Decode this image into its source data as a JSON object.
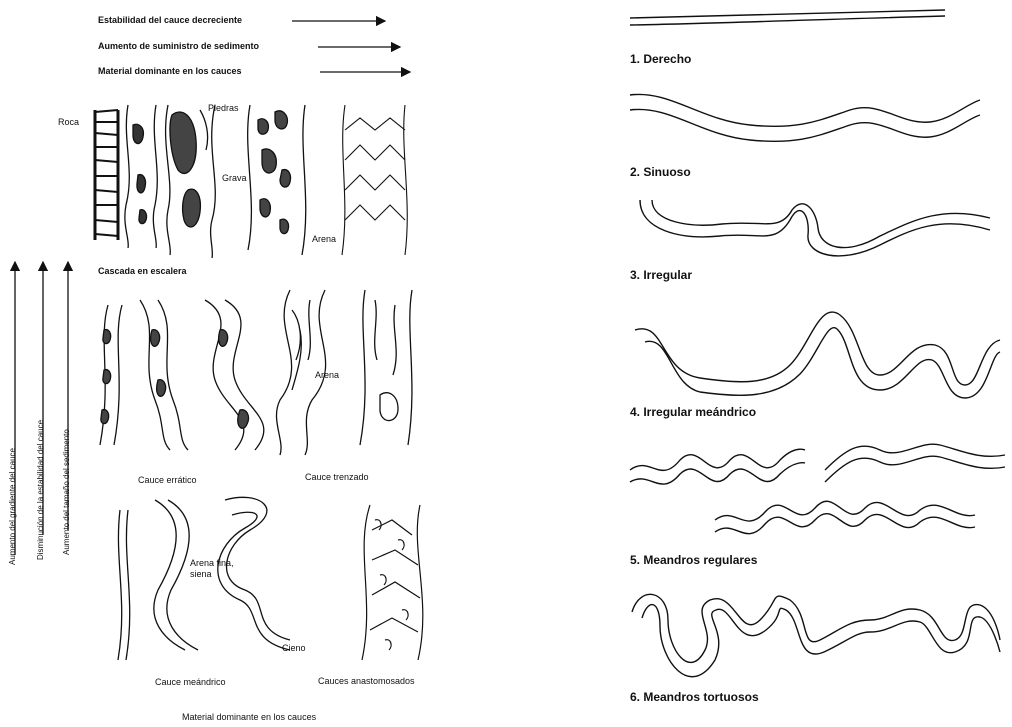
{
  "left_panel": {
    "headers": [
      "Estabilidad del cauce decreciente",
      "Aumento de suministro de sedimento",
      "Material dominante en los cauces"
    ],
    "vertical_labels": [
      "Aumento del gradiente del cauce",
      "Disminución de la estabilidad del cauce",
      "Aumento del tamaño del sedimento"
    ],
    "labels": {
      "roca": "Roca",
      "piedras": "Piedras",
      "grava_top": "Grava",
      "arena_top": "Arena",
      "cascada": "Cascada en escalera",
      "arena_mid": "Arena",
      "cauce_erratico": "Cauce errático",
      "cauce_trenzado": "Cauce trenzado",
      "arena_fina": "Arena fina,",
      "arena_fina2": "siena",
      "cieno": "Cieno",
      "cauce_meandrico": "Cauce meándrico",
      "cauces_anastomosados": "Cauces anastomosados",
      "footer": "Material dominante en los cauces"
    }
  },
  "right_panel": {
    "types": [
      "1. Derecho",
      "2. Sinuoso",
      "3. Irregular",
      "4. Irregular meándrico",
      "5. Meandros regulares",
      "6. Meandros tortuosos"
    ]
  },
  "colors": {
    "ink": "#111111",
    "fill": "#ffffff"
  }
}
